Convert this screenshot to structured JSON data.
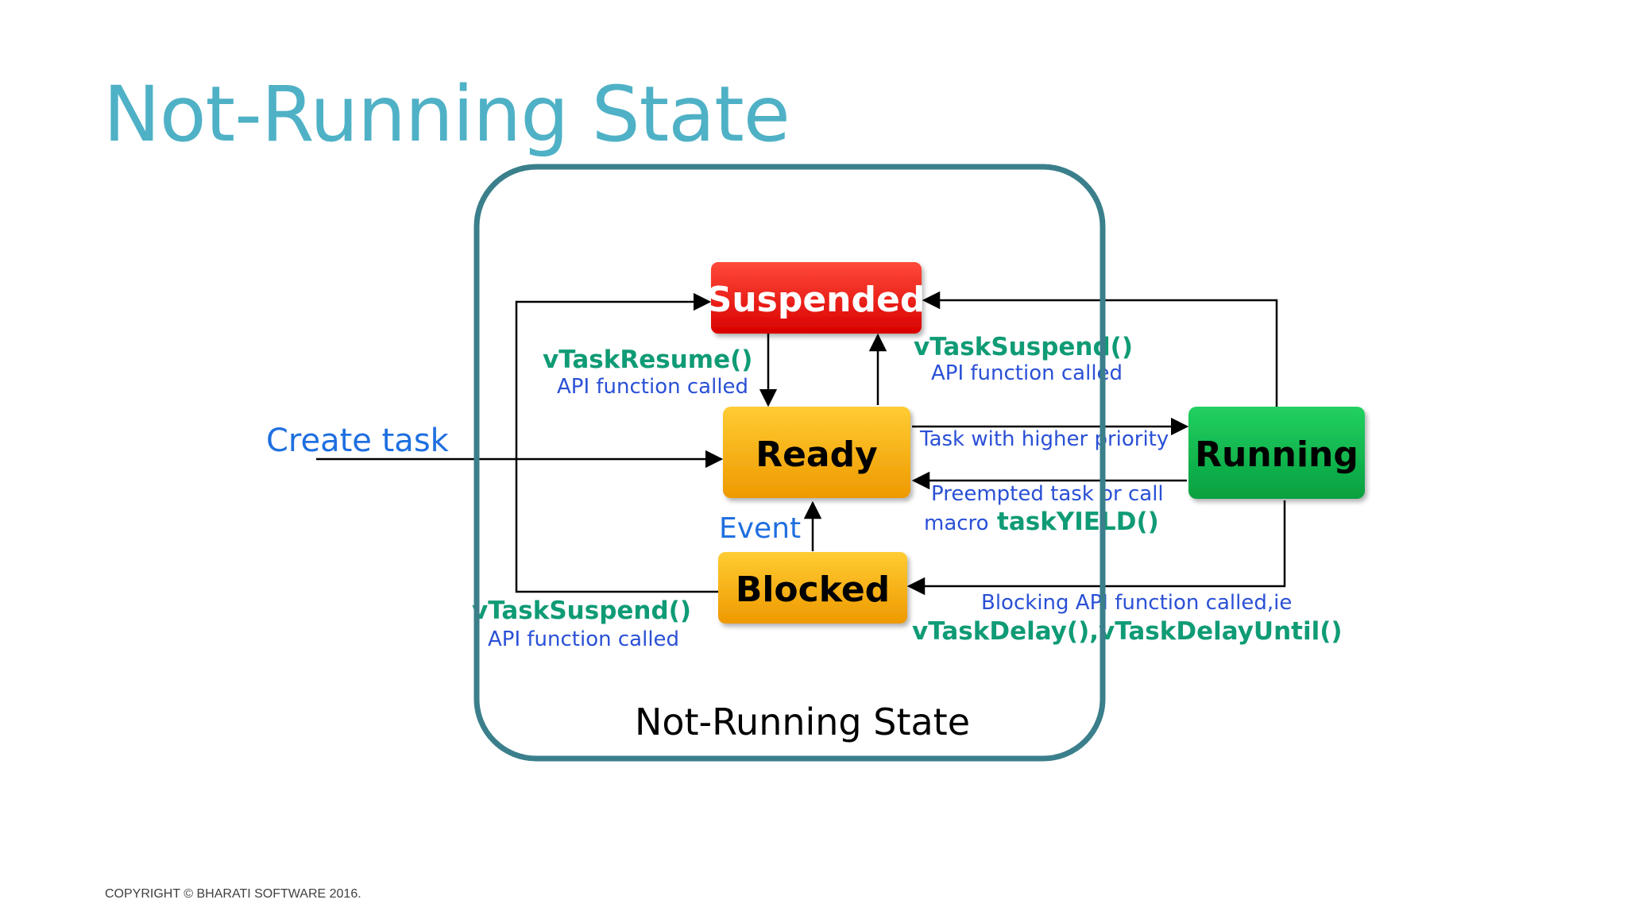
{
  "slide": {
    "title": "Not-Running State",
    "copyright": "COPYRIGHT © BHARATI SOFTWARE 2016."
  },
  "colors": {
    "title": "#4fb1c6",
    "frame": "#3a7f8b",
    "suspended": "#ee1010",
    "ready": "#f5a800",
    "blocked": "#f5a800",
    "running": "#09b24a",
    "api_name": "#0f9b75",
    "api_desc": "#2a50d6",
    "create_task": "#1f6fe0"
  },
  "diagram": {
    "region_label": "Not-Running State",
    "states": {
      "suspended": "Suspended",
      "ready": "Ready",
      "blocked": "Blocked",
      "running": "Running"
    },
    "labels": {
      "create_task": "Create task",
      "event": "Event",
      "resume_name": "vTaskResume()",
      "resume_desc": "API function called",
      "suspend_top_name": "vTaskSuspend()",
      "suspend_top_desc": "API function called",
      "suspend_bottom_name": "vTaskSuspend()",
      "suspend_bottom_desc": "API function called",
      "higher_priority": "Task with higher priority",
      "preempted_line1": "Preempted task or call",
      "preempted_macro": "macro",
      "yield_name": "taskYIELD()",
      "blocking_desc": "Blocking API function called,ie",
      "blocking_names": "vTaskDelay(),vTaskDelayUntil()"
    }
  }
}
